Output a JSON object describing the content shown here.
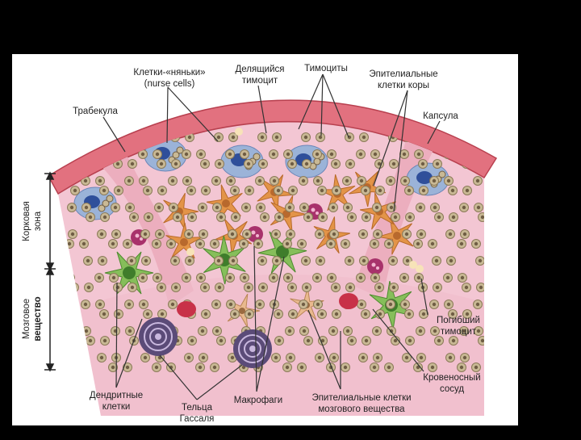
{
  "labels": {
    "nurse_cells": [
      "Клетки-«няньки»",
      "(nurse cells)"
    ],
    "dividing_thymocyte": [
      "Делящийся",
      "тимоцит"
    ],
    "thymocytes": [
      "Тимоциты"
    ],
    "cortical_epithelial": [
      "Эпителиальные",
      "клетки коры"
    ],
    "trabecula": [
      "Трабекула"
    ],
    "capsule": [
      "Капсула"
    ],
    "cortex_zone": [
      "Корковая",
      "зона"
    ],
    "medulla": [
      "Мозговое",
      "вещество"
    ],
    "dead_thymocyte": [
      "Погибший",
      "тимоцит"
    ],
    "blood_vessel": [
      "Кровеносный",
      "сосуд"
    ],
    "dendritic_cells": [
      "Дендритные",
      "клетки"
    ],
    "hassall_bodies": [
      "Тельца",
      "Гассаля"
    ],
    "macrophages": [
      "Макрофаги"
    ],
    "medullary_epithelial": [
      "Эпителиальные клетки",
      "мозгового вещества"
    ]
  },
  "colors": {
    "background": "#000000",
    "panel": "#ffffff",
    "tissue": "#f3c6d3",
    "capsule": "#e2717f",
    "capsule_edge": "#b8404f",
    "trabecula": "#ecaebe",
    "thymocyte": "#c9b995",
    "thymocyte_nucleus": "#6f5d44",
    "nurse_cell": "#9bb3d8",
    "nurse_nucleus": "#2f4f9a",
    "cortical_epithelial": "#e39448",
    "medullary_epithelial": "#e9b98e",
    "dendritic": "#86be5a",
    "macrophage": "#a8326b",
    "hassall": "#5b4b78",
    "vessel": "#c83148"
  }
}
